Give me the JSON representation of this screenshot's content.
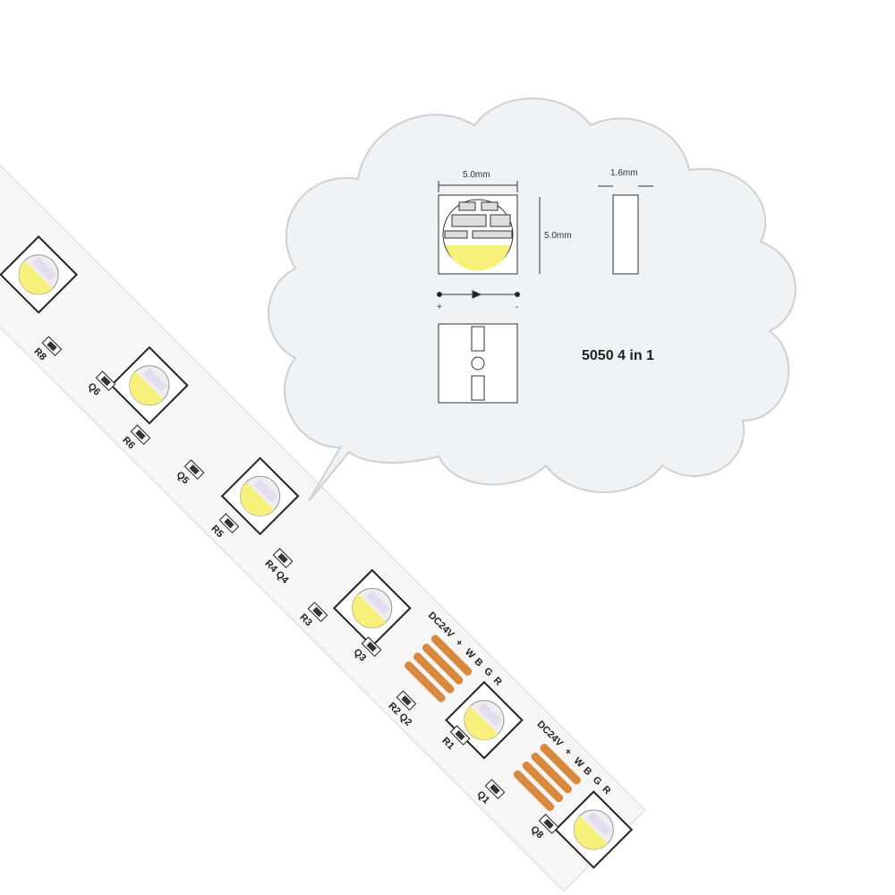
{
  "callout": {
    "width_label": "5.0mm",
    "height_label": "5.0mm",
    "thickness_label": "1.6mm",
    "plus_label": "+",
    "minus_label": "-",
    "title": "5050 4 in 1"
  },
  "strip": {
    "component_labels": [
      "R8",
      "Q6",
      "R6",
      "Q5",
      "R5",
      "R4 Q4",
      "R3",
      "Q3",
      "R2 Q2",
      "R1",
      "Q1",
      "Q8"
    ],
    "pad_labels_1": [
      "DC24V",
      "+",
      "W",
      "B",
      "G",
      "R"
    ],
    "pad_labels_2": [
      "DC24V",
      "+",
      "W",
      "B",
      "G",
      "R"
    ]
  },
  "colors": {
    "pad": "#d9893e",
    "led_yellow": "#f7f07a",
    "cloud": "#f1f2f3",
    "strip": "#f6f6f6"
  }
}
